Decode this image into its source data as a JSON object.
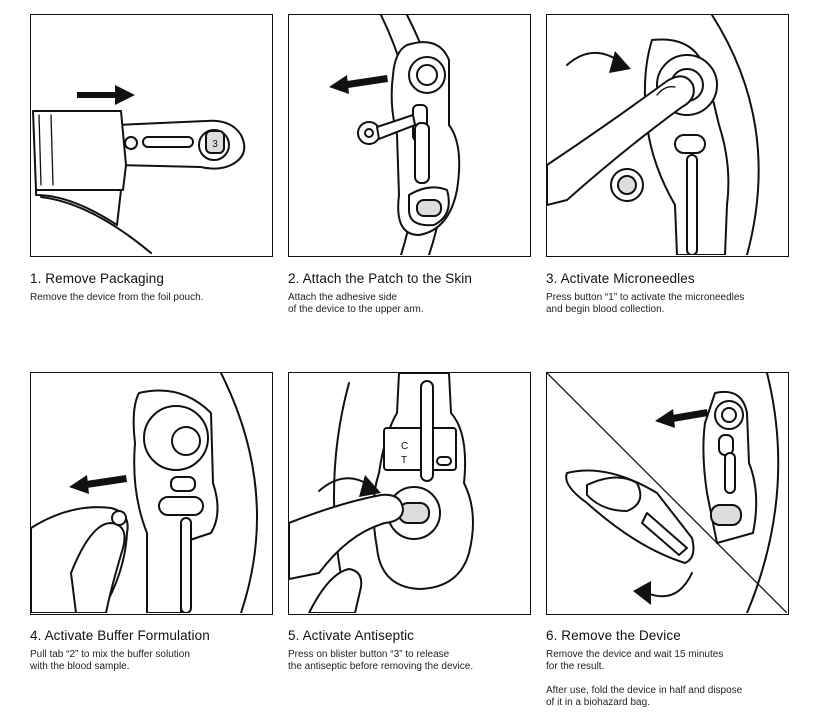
{
  "steps": [
    {
      "title": "1. Remove Packaging",
      "desc": "Remove the device from the foil pouch."
    },
    {
      "title": "2. Attach the Patch to the Skin",
      "desc": "Attach the adhesive side\nof the device to the upper arm."
    },
    {
      "title": "3. Activate Microneedles",
      "desc": "Press button “1” to activate the microneedles\nand begin blood collection."
    },
    {
      "title": "4. Activate Buffer Formulation",
      "desc": "Pull tab “2” to mix the buffer solution\nwith the blood sample."
    },
    {
      "title": "5. Activate Antiseptic",
      "desc": "Press on blister button “3” to release\nthe antiseptic before removing the device."
    },
    {
      "title": "6. Remove the Device",
      "desc": "Remove the device and wait 15 minutes\nfor the result.",
      "note": "After use, fold the device in half and dispose\nof it in a biohazard bag."
    }
  ],
  "panel_labels": {
    "button_3": "3",
    "test_line_c": "C",
    "test_line_t": "T"
  },
  "icons": [
    "arrow-right-icon",
    "arrow-left-icon",
    "curved-arrow-icon",
    "curved-return-arrow-icon"
  ]
}
